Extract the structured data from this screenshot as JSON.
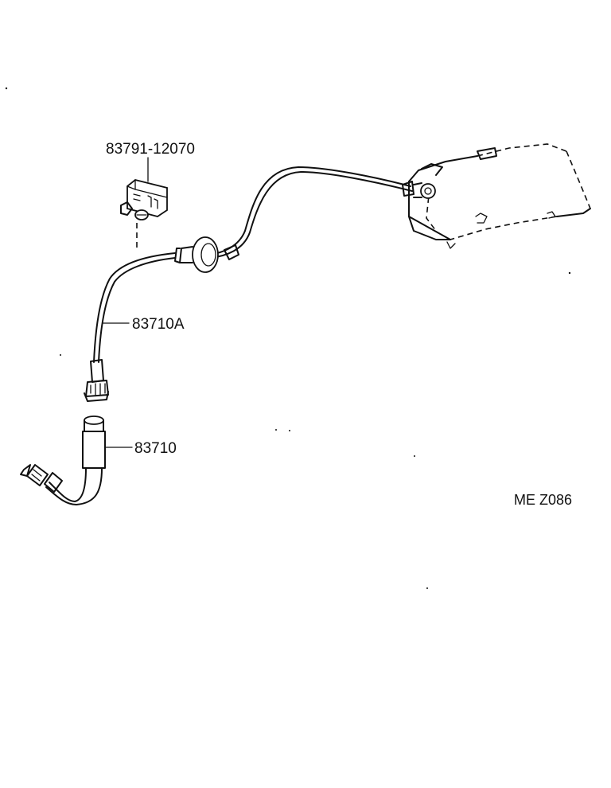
{
  "parts": {
    "sensor": {
      "number": "83791-12070"
    },
    "upper_cable": {
      "number": "83710A"
    },
    "lower_cable": {
      "number": "83710"
    }
  },
  "figure_code": "ME Z086"
}
